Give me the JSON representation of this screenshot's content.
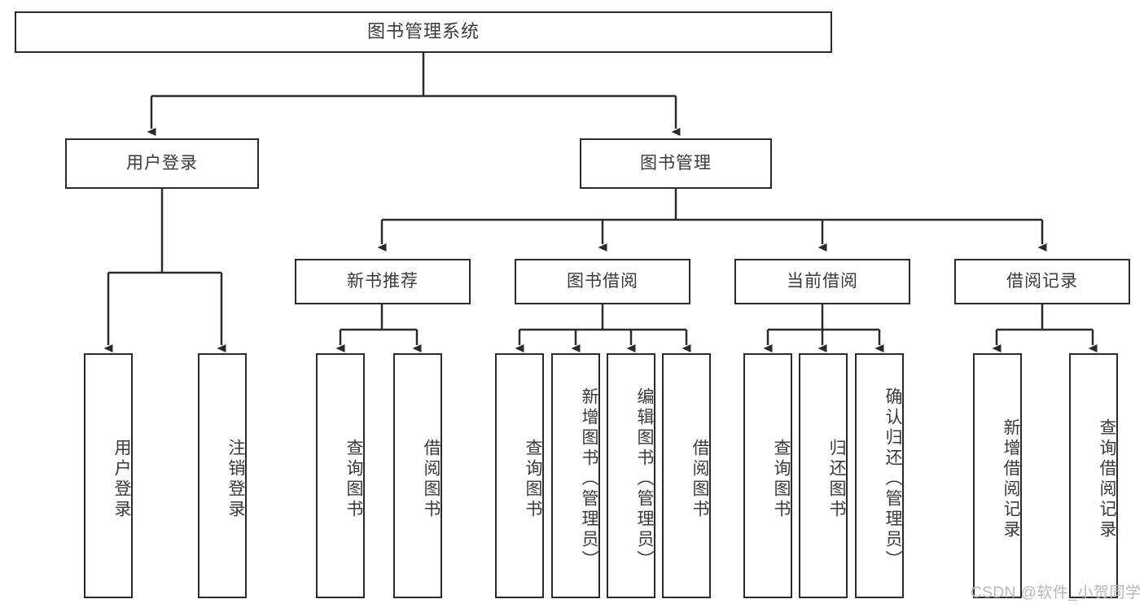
{
  "diagram": {
    "title": "图书管理系统",
    "root": {
      "label": "图书管理系统"
    },
    "level2": [
      {
        "label": "用户登录"
      },
      {
        "label": "图书管理"
      }
    ],
    "level3": [
      {
        "label": "新书推荐"
      },
      {
        "label": "图书借阅"
      },
      {
        "label": "当前借阅"
      },
      {
        "label": "借阅记录"
      }
    ],
    "leaves": {
      "user_login": [
        {
          "label": "用户登录"
        },
        {
          "label": "注销登录"
        }
      ],
      "new_book": [
        {
          "label": "查询图书"
        },
        {
          "label": "借阅图书"
        }
      ],
      "book_borrow": [
        {
          "label": "查询图书"
        },
        {
          "label": "新增图书（管理员）"
        },
        {
          "label": "编辑图书（管理员）"
        },
        {
          "label": "借阅图书"
        }
      ],
      "current_borrow": [
        {
          "label": "查询图书"
        },
        {
          "label": "归还图书"
        },
        {
          "label": "确认归还（管理员）"
        }
      ],
      "borrow_record": [
        {
          "label": "新增借阅记录"
        },
        {
          "label": "查询借阅记录"
        }
      ]
    }
  },
  "watermark": {
    "text": "CSDN @软件_小贺同学"
  },
  "colors": {
    "stroke": "#2b2b2b",
    "text": "#3a3a3a",
    "background": "#ffffff",
    "watermark": "#b8b8b8"
  }
}
